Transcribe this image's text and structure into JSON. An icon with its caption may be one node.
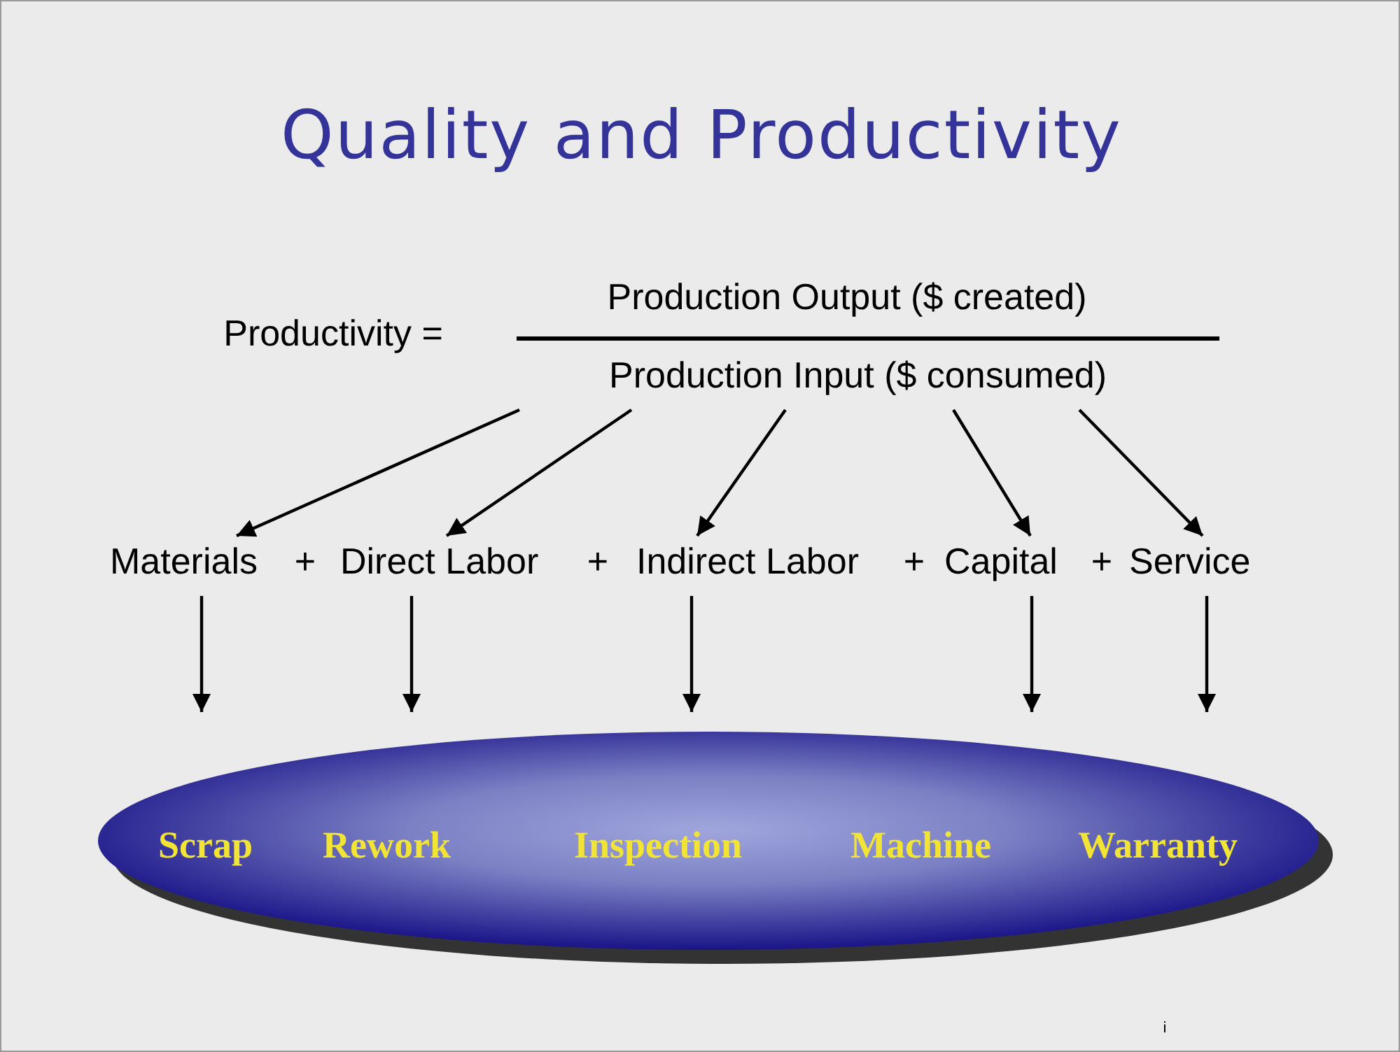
{
  "diagram": {
    "title": "Quality and Productivity",
    "nodes": [
      {
        "text": [
          "Production Input ($ consumed)"
        ]
      },
      {
        "text": [
          "Materials"
        ]
      },
      {
        "text": [
          "Direct Labor"
        ]
      },
      {
        "text": [
          "Indirect Labor"
        ]
      },
      {
        "text": [
          "Capital"
        ]
      },
      {
        "text": [
          "Service"
        ]
      },
      {
        "text": [],
        "shape": "ellipse"
      },
      {
        "text": [
          "Scrap"
        ],
        "in": 6
      },
      {
        "text": [
          "Rework"
        ],
        "in": 6
      },
      {
        "text": [
          "Inspection"
        ],
        "in": 6
      },
      {
        "text": [
          "Machine"
        ],
        "in": 6
      },
      {
        "text": [
          "Warranty"
        ],
        "in": 6
      }
    ],
    "edges": [
      {
        "from": 0,
        "to": 1,
        "arrow": "to"
      },
      {
        "from": 0,
        "to": 2,
        "arrow": "to"
      },
      {
        "from": 0,
        "to": 3,
        "arrow": "to"
      },
      {
        "from": 0,
        "to": 4,
        "arrow": "to"
      },
      {
        "from": 0,
        "to": 5,
        "arrow": "to"
      },
      {
        "from": 1,
        "to": 6,
        "arrow": "to"
      },
      {
        "from": 2,
        "to": 6,
        "arrow": "to"
      },
      {
        "from": 3,
        "to": 6,
        "arrow": "to"
      },
      {
        "from": 4,
        "to": 6,
        "arrow": "to"
      },
      {
        "from": 5,
        "to": 6,
        "arrow": "to"
      }
    ],
    "labels": [
      "Productivity =",
      "Production Output ($ created)",
      "+",
      "+",
      "+",
      "+",
      "i"
    ]
  }
}
